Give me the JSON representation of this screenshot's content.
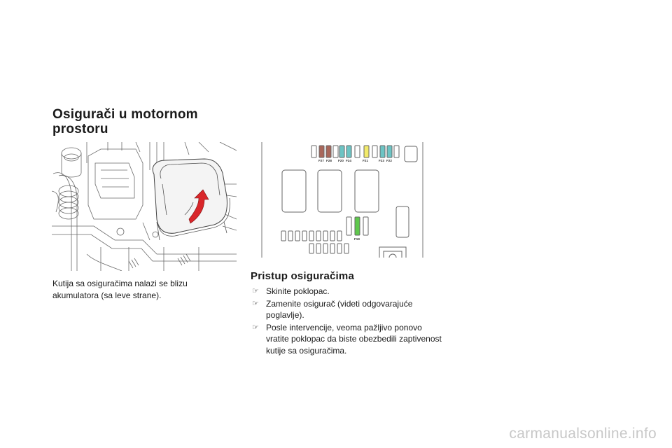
{
  "section": {
    "title": "Osigurači u motornom prostoru",
    "caption": "Kutija sa osiguračima nalazi se blizu akumulatora (sa leve strane)."
  },
  "access": {
    "heading": "Pristup osiguračima",
    "bullet_glyph": "☞",
    "steps": [
      "Skinite poklopac.",
      "Zamenite osigurač (videti odgovarajuće poglavlje).",
      "Posle intervencije, veoma pažljivo ponovo vratite poklopac da biste obezbedili zaptivenost kutije sa osiguračima."
    ]
  },
  "fuse_diagram": {
    "labels": [
      "F27",
      "F28",
      "F20",
      "F24",
      "F21",
      "F23",
      "F22",
      "F19"
    ],
    "colors": {
      "brown": "#a9675a",
      "teal": "#6cc4c4",
      "yellow": "#f2ea6a",
      "green": "#5ec84c",
      "outline": "#666666"
    }
  },
  "watermark": "carmanualsonline.info"
}
